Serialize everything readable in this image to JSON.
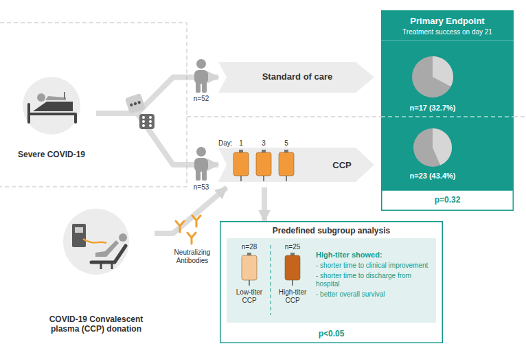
{
  "diagram": {
    "nodes": [
      {
        "text": [
          "Severe COVID-19"
        ]
      },
      {
        "text": [
          "Standard of care"
        ]
      },
      {
        "text": [
          "Day:",
          "1",
          "3",
          "5",
          "CCP"
        ]
      },
      {
        "text": [
          "Primary Endpoint",
          "Treatment success on day 21",
          "n=17 (32.7%)",
          "n=23 (43.4%)",
          "p=0.32"
        ]
      },
      {
        "text": [
          "COVID-19 Convalescent plasma (CCP) donation"
        ]
      },
      {
        "text": [
          "Predefined subgroup analysis",
          "p<0.05"
        ]
      },
      {
        "text": [
          "High-titer showed:",
          "- shorter time to clinical improvement",
          "- shorter time to discharge from hospital",
          "- better overall survival"
        ],
        "in": 5
      },
      {
        "text": [
          "n=28",
          "Low-titer CCP"
        ],
        "in": 6
      },
      {
        "text": [
          "n=25",
          "High-titer CCP"
        ],
        "in": 6
      }
    ],
    "edges": [
      {
        "from": 0,
        "to": 1,
        "arrow": "to"
      },
      {
        "from": 0,
        "to": 2,
        "arrow": "to"
      },
      {
        "from": 4,
        "to": 2,
        "arrow": "to"
      },
      {
        "from": 2,
        "to": 5,
        "arrow": "to"
      }
    ],
    "labels": [
      "n=52",
      "n=53",
      "Neutralizing Antibodies"
    ]
  }
}
